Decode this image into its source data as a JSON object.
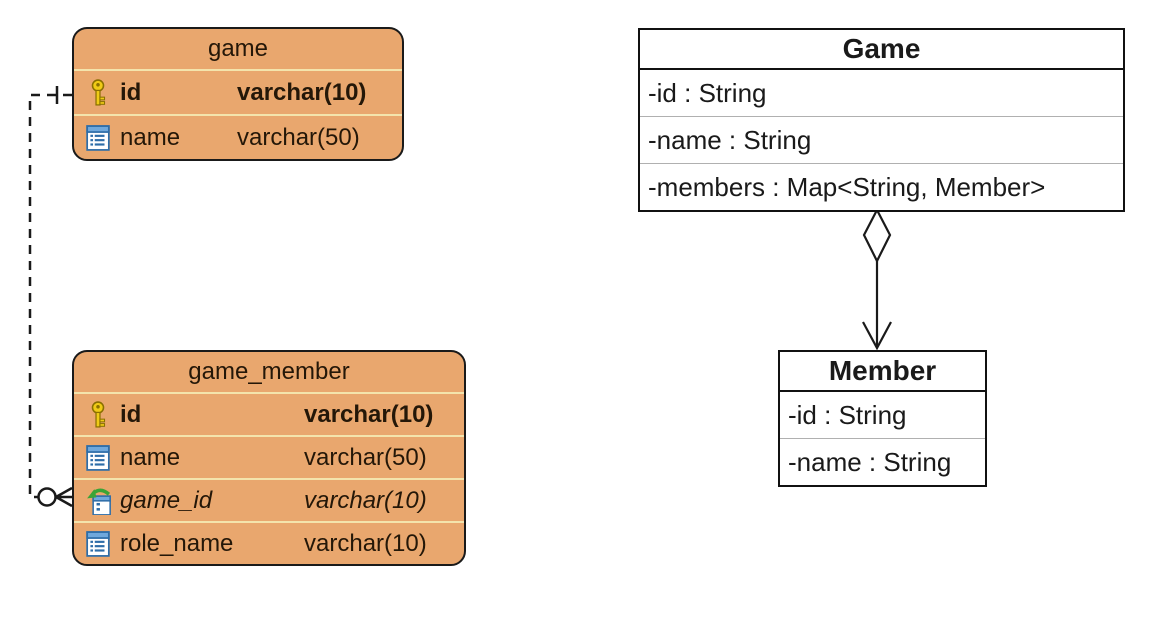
{
  "er": {
    "tables": [
      {
        "title": "game",
        "columns": [
          {
            "name": "id",
            "type": "varchar(10)",
            "icon": "key-icon",
            "role": "primary-key"
          },
          {
            "name": "name",
            "type": "varchar(50)",
            "icon": "column-icon",
            "role": "column"
          }
        ]
      },
      {
        "title": "game_member",
        "columns": [
          {
            "name": "id",
            "type": "varchar(10)",
            "icon": "key-icon",
            "role": "primary-key"
          },
          {
            "name": "name",
            "type": "varchar(50)",
            "icon": "column-icon",
            "role": "column"
          },
          {
            "name": "game_id",
            "type": "varchar(10)",
            "icon": "foreign-key-icon",
            "role": "foreign-key"
          },
          {
            "name": "role_name",
            "type": "varchar(10)",
            "icon": "column-icon",
            "role": "column"
          }
        ]
      }
    ],
    "relationship": {
      "from_table": "game",
      "to_table": "game_member",
      "line_style": "dashed",
      "from_cardinality": "one",
      "to_cardinality": "zero-or-many",
      "from_symbol": "single-tick",
      "to_symbol": "circle-and-crows-foot"
    }
  },
  "uml": {
    "classes": [
      {
        "title": "Game",
        "attributes": [
          "-id : String",
          "-name : String",
          "-members : Map<String, Member>"
        ]
      },
      {
        "title": "Member",
        "attributes": [
          "-id : String",
          "-name : String"
        ]
      }
    ],
    "relationship": {
      "type": "aggregation",
      "from": "Game",
      "to": "Member",
      "diamond": "hollow",
      "arrowhead": "open"
    }
  },
  "colors": {
    "table_fill": "#E9A76E",
    "table_border": "#1A1A1A",
    "row_separator": "#F4E4AC",
    "table_text": "#241708",
    "class_fill": "#FFFFFF",
    "class_border": "#111111",
    "attr_separator": "#B0B0B0",
    "key_gold": "#EFCB17",
    "column_blue": "#2E6DA8",
    "fk_green": "#3BA437"
  }
}
